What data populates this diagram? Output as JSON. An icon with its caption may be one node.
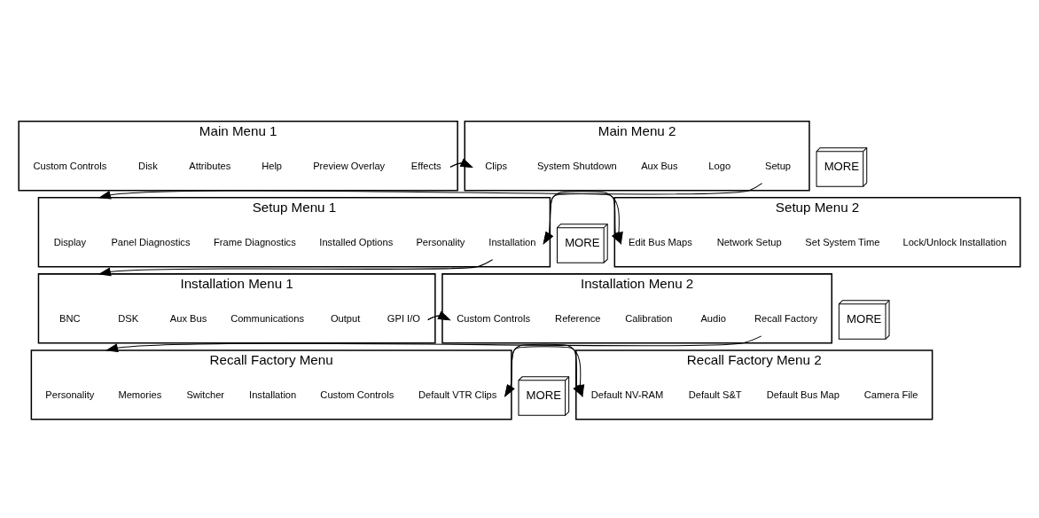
{
  "diagram": {
    "nodes": [
      {
        "text": [
          "Main Menu 1"
        ]
      },
      {
        "text": [
          "Custom Controls"
        ],
        "in": 0
      },
      {
        "text": [
          "Disk"
        ],
        "in": 0
      },
      {
        "text": [
          "Attributes"
        ],
        "in": 0
      },
      {
        "text": [
          "Help"
        ],
        "in": 0
      },
      {
        "text": [
          "Preview Overlay"
        ],
        "in": 0
      },
      {
        "text": [
          "Effects"
        ],
        "in": 0
      },
      {
        "text": [
          "MORE"
        ]
      },
      {
        "text": [
          "Main Menu 2"
        ]
      },
      {
        "text": [
          "Clips"
        ],
        "in": 8
      },
      {
        "text": [
          "System Shutdown"
        ],
        "in": 8
      },
      {
        "text": [
          "Aux Bus"
        ],
        "in": 8
      },
      {
        "text": [
          "Logo"
        ],
        "in": 8
      },
      {
        "text": [
          "Setup"
        ],
        "in": 8
      },
      {
        "text": [
          "Setup Menu 1"
        ]
      },
      {
        "text": [
          "Display"
        ],
        "in": 14
      },
      {
        "text": [
          "Panel Diagnostics"
        ],
        "in": 14
      },
      {
        "text": [
          "Frame Diagnostics"
        ],
        "in": 14
      },
      {
        "text": [
          "Installed Options"
        ],
        "in": 14
      },
      {
        "text": [
          "Personality"
        ],
        "in": 14
      },
      {
        "text": [
          "Installation"
        ],
        "in": 14
      },
      {
        "text": [
          "MORE"
        ]
      },
      {
        "text": [
          "Setup Menu 2"
        ]
      },
      {
        "text": [
          "Edit Bus Maps"
        ],
        "in": 22
      },
      {
        "text": [
          "Network Setup"
        ],
        "in": 22
      },
      {
        "text": [
          "Set System Time"
        ],
        "in": 22
      },
      {
        "text": [
          "Lock/Unlock Installation"
        ],
        "in": 22
      },
      {
        "text": [
          "Installation Menu 1"
        ]
      },
      {
        "text": [
          "BNC"
        ],
        "in": 27
      },
      {
        "text": [
          "DSK"
        ],
        "in": 27
      },
      {
        "text": [
          "Aux Bus"
        ],
        "in": 27
      },
      {
        "text": [
          "Communications"
        ],
        "in": 27
      },
      {
        "text": [
          "Output"
        ],
        "in": 27
      },
      {
        "text": [
          "GPI I/O"
        ],
        "in": 27
      },
      {
        "text": [
          "MORE"
        ]
      },
      {
        "text": [
          "Installation Menu 2"
        ]
      },
      {
        "text": [
          "Custom Controls"
        ],
        "in": 35
      },
      {
        "text": [
          "Reference"
        ],
        "in": 35
      },
      {
        "text": [
          "Calibration"
        ],
        "in": 35
      },
      {
        "text": [
          "Audio"
        ],
        "in": 35
      },
      {
        "text": [
          "Recall Factory"
        ],
        "in": 35
      },
      {
        "text": [
          "Recall Factory Menu"
        ]
      },
      {
        "text": [
          "Personality"
        ],
        "in": 41
      },
      {
        "text": [
          "Memories"
        ],
        "in": 41
      },
      {
        "text": [
          "Switcher"
        ],
        "in": 41
      },
      {
        "text": [
          "Installation"
        ],
        "in": 41
      },
      {
        "text": [
          "Custom Controls"
        ],
        "in": 41
      },
      {
        "text": [
          "Default VTR Clips"
        ],
        "in": 41
      },
      {
        "text": [
          "MORE"
        ]
      },
      {
        "text": [
          "Recall Factory Menu 2"
        ]
      },
      {
        "text": [
          "Default NV-RAM"
        ],
        "in": 49
      },
      {
        "text": [
          "Default S&T"
        ],
        "in": 49
      },
      {
        "text": [
          "Default Bus Map"
        ],
        "in": 49
      },
      {
        "text": [
          "Camera File"
        ],
        "in": 49
      }
    ],
    "edges": [
      {
        "from": 0,
        "to": 8,
        "arrow": "both"
      },
      {
        "from": 13,
        "to": 14,
        "arrow": "to"
      },
      {
        "from": 14,
        "to": 22,
        "arrow": "both"
      },
      {
        "from": 20,
        "to": 27,
        "arrow": "to"
      },
      {
        "from": 27,
        "to": 35,
        "arrow": "both"
      },
      {
        "from": 40,
        "to": 41,
        "arrow": "to"
      },
      {
        "from": 41,
        "to": 49,
        "arrow": "both"
      }
    ]
  }
}
